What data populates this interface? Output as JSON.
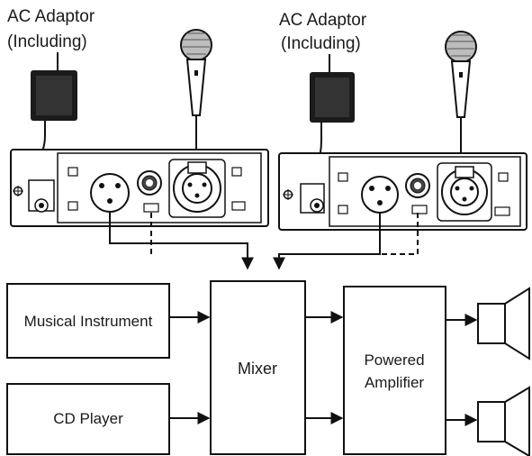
{
  "top_labels": [
    {
      "line1": "AC Adaptor",
      "line2": "(Including)"
    },
    {
      "line1": "AC Adaptor",
      "line2": "(Including)"
    }
  ],
  "blocks": {
    "instrument": "Musical Instrument",
    "cd_player": "CD Player",
    "mixer": "Mixer",
    "amp_line1": "Powered",
    "amp_line2": "Amplifier"
  }
}
